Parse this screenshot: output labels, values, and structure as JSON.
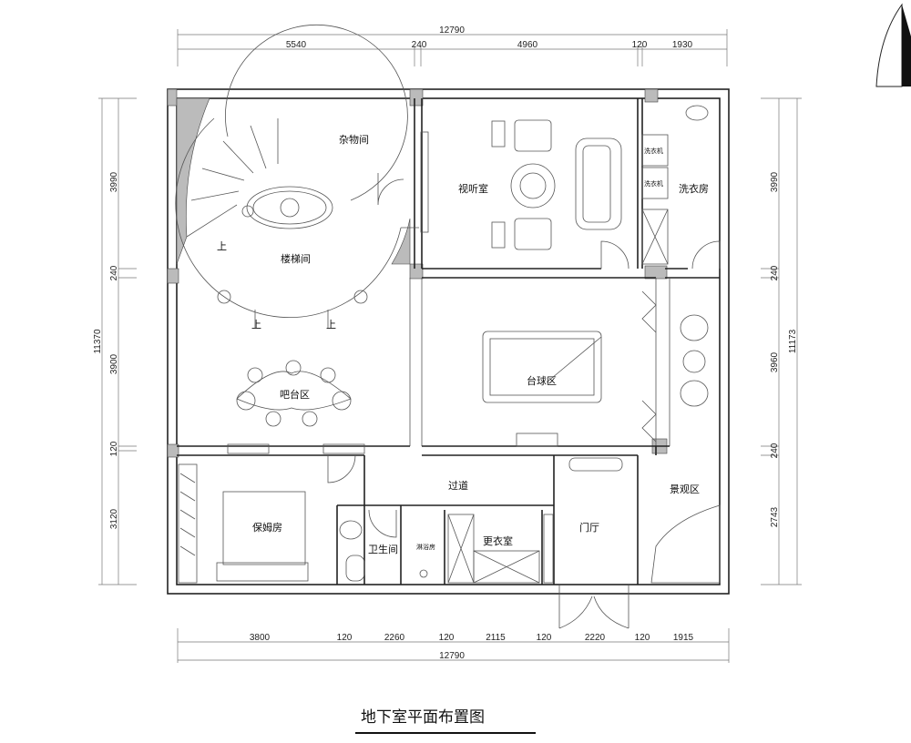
{
  "title": "地下室平面布置图",
  "dimensions": {
    "top": {
      "total": "12790",
      "segments": [
        "5540",
        "240",
        "4960",
        "120",
        "1930"
      ]
    },
    "bottom": {
      "total": "12790",
      "segments": [
        "3800",
        "120",
        "2260",
        "120",
        "2115",
        "120",
        "2220",
        "120",
        "1915"
      ]
    },
    "left": {
      "total": "11370",
      "segments": [
        "3990",
        "240",
        "3900",
        "120",
        "3120"
      ]
    },
    "right": {
      "total": "11173",
      "segments": [
        "3990",
        "240",
        "3960",
        "240",
        "2743"
      ]
    }
  },
  "rooms": {
    "storage": "杂物间",
    "stair": "楼梯间",
    "av_room": "视听室",
    "laundry": "洗衣房",
    "washer1": "洗衣机",
    "washer2": "洗衣机",
    "bar": "吧台区",
    "billiards": "台球区",
    "corridor": "过道",
    "nanny": "保姆房",
    "bathroom": "卫生间",
    "shower": "淋浴房",
    "dressing": "更衣室",
    "foyer": "门厅",
    "landscape": "景观区"
  },
  "stair_up_labels": [
    "上",
    "上",
    "上"
  ]
}
